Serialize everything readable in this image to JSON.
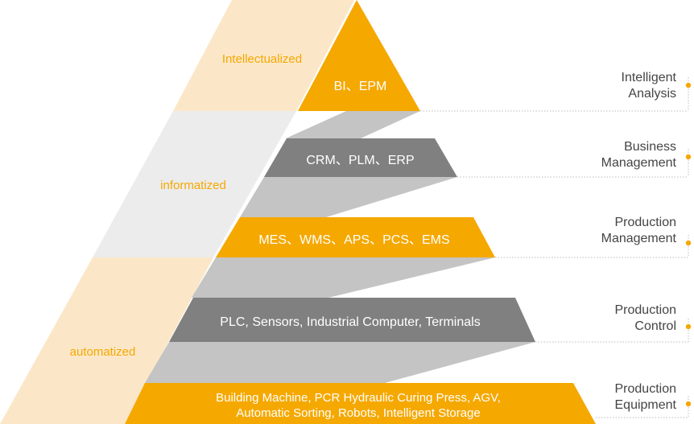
{
  "colors": {
    "orange": "#f5a800",
    "gray": "#808080",
    "light_gray": "#c4c4c4",
    "pale_orange": "#fbe7c8",
    "pale_gray": "#ececec",
    "dot": "#f5a800"
  },
  "stages": [
    {
      "label": "Intellectualized"
    },
    {
      "label": "informatized"
    },
    {
      "label": "automatized"
    }
  ],
  "levels": [
    {
      "label": "BI、EPM",
      "color": "orange",
      "side": [
        "Intelligent",
        "Analysis"
      ]
    },
    {
      "label": "CRM、PLM、ERP",
      "color": "gray",
      "side": [
        "Business",
        "Management"
      ]
    },
    {
      "label": "MES、WMS、APS、PCS、EMS",
      "color": "orange",
      "side": [
        "Production",
        "Management"
      ]
    },
    {
      "label": "PLC, Sensors, Industrial Computer, Terminals",
      "color": "gray",
      "side": [
        "Production",
        "Control"
      ]
    },
    {
      "label_lines": [
        "Building Machine, PCR Hydraulic Curing Press, AGV,",
        "Automatic Sorting, Robots, Intelligent Storage"
      ],
      "color": "orange",
      "side": [
        "Production",
        "Equipment"
      ]
    }
  ]
}
